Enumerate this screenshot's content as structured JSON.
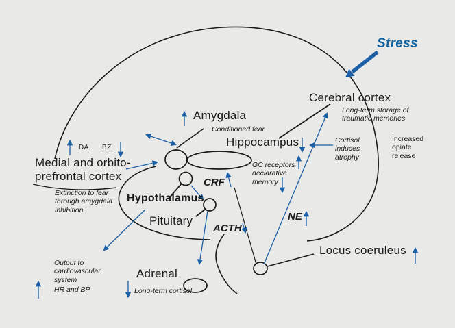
{
  "colors": {
    "background": "#e9e9e7",
    "line": "#1a1a1a",
    "accent_blue": "#1b5fa6",
    "stress_blue": "#13639e"
  },
  "stress_label": "Stress",
  "nodes": {
    "cerebral_cortex": "Cerebral cortex",
    "amygdala": "Amygdala",
    "hippocampus": "Hippocampus",
    "medial_prefrontal": "Medial and orbito-\nprefrontal cortex",
    "hypothalamus": "Hypothalamus",
    "pituitary": "Pituitary",
    "adrenal": "Adrenal",
    "locus_coeruleus": "Locus coeruleus"
  },
  "hormones": {
    "crf": "CRF",
    "acth": "ACTH",
    "ne": "NE",
    "da": "DA,",
    "bz": "BZ"
  },
  "annotations": {
    "long_term_storage": "Long-term storage of\ntraumatic memories",
    "conditioned_fear": "Conditioned fear",
    "gc_receptors": "GC receptors\ndeclarative\nmemory",
    "cortisol_atrophy": "Cortisol\ninduces\natrophy",
    "increased_opiate": "Increased\nopiate\nrelease",
    "extinction": "Extinction to fear\nthrough amygdala\ninhibition",
    "output_cardio": "Output to\ncardiovascular\nsystem",
    "hr_bp": "HR and BP",
    "long_term_cortisol": "Long-term cortisol"
  }
}
